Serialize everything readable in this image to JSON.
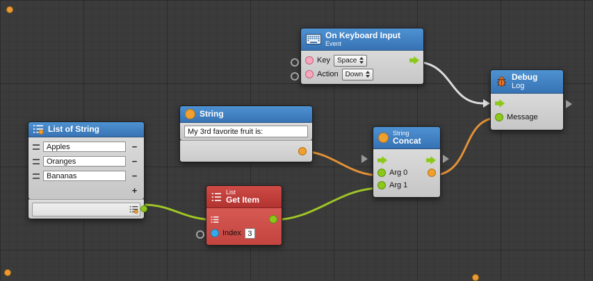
{
  "colors": {
    "canvas_bg": "#3B3B3B",
    "header_blue": "#3E80C6",
    "header_red": "#C23C3C",
    "node_body": "#D2D2D2",
    "wire_green": "#9FC626",
    "wire_orange": "#E39137",
    "wire_white": "#DEDEDE",
    "port_green": "#8CC818",
    "port_orange": "#F0A030",
    "port_pink": "#F5A8BC",
    "port_blue": "#35AAE8"
  },
  "nodes": {
    "keyboard_input": {
      "title": "On Keyboard Input",
      "subtitle": "Event",
      "key_label": "Key",
      "key_value": "Space",
      "action_label": "Action",
      "action_value": "Down"
    },
    "debug_log": {
      "title": "Debug",
      "subtitle": "Log",
      "message_label": "Message"
    },
    "string_literal": {
      "title": "String",
      "value": "My 3rd favorite fruit is:"
    },
    "list_of_string": {
      "title": "List of String",
      "items": [
        "Apples",
        "Oranges",
        "Bananas"
      ],
      "remove_label": "−",
      "add_label": "+"
    },
    "get_item": {
      "category": "List",
      "title": "Get Item",
      "index_label": "Index",
      "index_value": "3"
    },
    "concat": {
      "category": "String",
      "title": "Concat",
      "arg0_label": "Arg 0",
      "arg1_label": "Arg 1"
    }
  },
  "connections": [
    {
      "from": "keyboard_input.flow_out",
      "to": "debug_log.flow_in",
      "color": "white"
    },
    {
      "from": "string_literal.out",
      "to": "concat.arg0",
      "color": "orange"
    },
    {
      "from": "concat.result",
      "to": "debug_log.message",
      "color": "orange"
    },
    {
      "from": "list_of_string.out",
      "to": "get_item.list",
      "color": "green"
    },
    {
      "from": "get_item.result",
      "to": "concat.arg1",
      "color": "green"
    }
  ]
}
